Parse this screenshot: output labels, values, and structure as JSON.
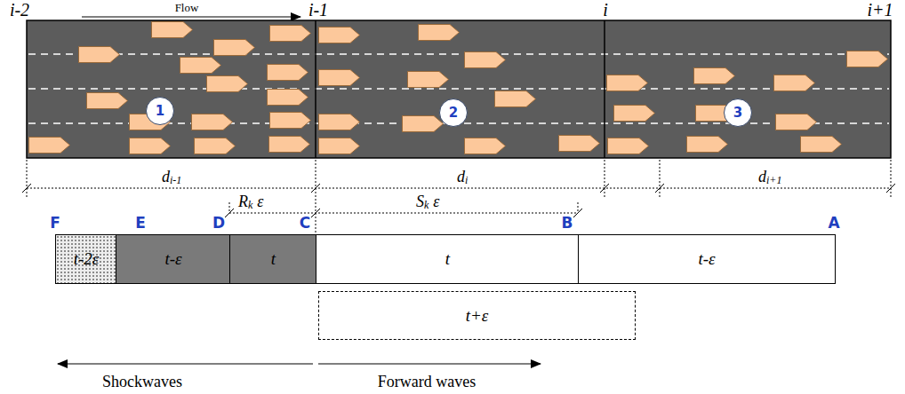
{
  "diagram": {
    "nodes": [
      {
        "text": [
          "1"
        ]
      },
      {
        "text": [
          "2"
        ]
      },
      {
        "text": [
          "3"
        ]
      },
      {
        "text": [
          "t-2ε"
        ]
      },
      {
        "text": [
          "t-ε"
        ]
      },
      {
        "text": [
          "t"
        ]
      },
      {
        "text": [
          "t"
        ]
      },
      {
        "text": [
          "t-ε"
        ]
      },
      {
        "text": [
          "t+ε"
        ]
      }
    ],
    "labels": [
      "i-2",
      "Flow",
      "i-1",
      "i",
      "i+1",
      "d",
      "i-1",
      "d",
      "i",
      "d",
      "i+1",
      "R",
      "k",
      "ε",
      "S",
      "k",
      "ε",
      "F",
      "E",
      "D",
      "C",
      "B",
      "A",
      "Shockwaves",
      "Forward waves"
    ]
  }
}
